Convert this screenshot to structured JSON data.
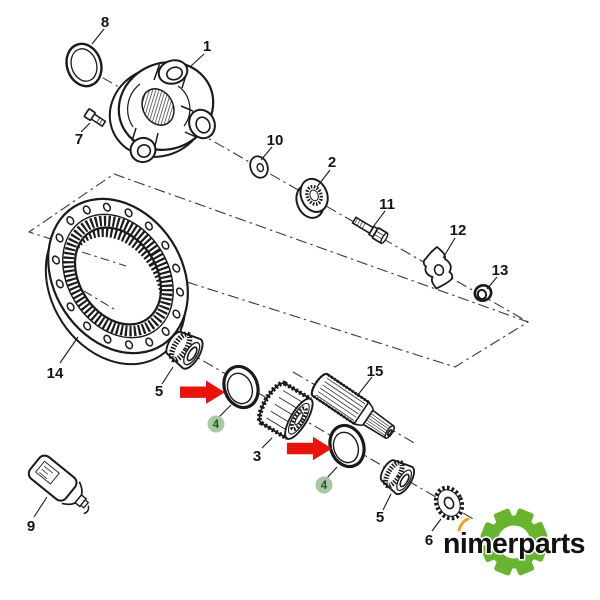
{
  "diagram": {
    "description": "exploded-parts-diagram",
    "labels": {
      "part1": "1",
      "part2": "2",
      "part3": "3",
      "part5a": "5",
      "part5b": "5",
      "part6": "6",
      "part7": "7",
      "part8": "8",
      "part9": "9",
      "part10": "10",
      "part11": "11",
      "part12": "12",
      "part13": "13",
      "part14": "14",
      "part15": "15"
    },
    "callouts": {
      "seal_front": "4",
      "seal_rear": "4"
    },
    "colors": {
      "arrow_red": "#e8140c",
      "callout_green_bg": "#a9c7a2",
      "callout_green_text": "#1d5c24",
      "line_black": "#1a1a1a"
    }
  },
  "logo": {
    "text": "nimerparts",
    "text_color": "#121212",
    "gear_green_light": "#68b42e",
    "gear_green_dark": "#2d6413",
    "accent_orange": "#f2a41c"
  }
}
